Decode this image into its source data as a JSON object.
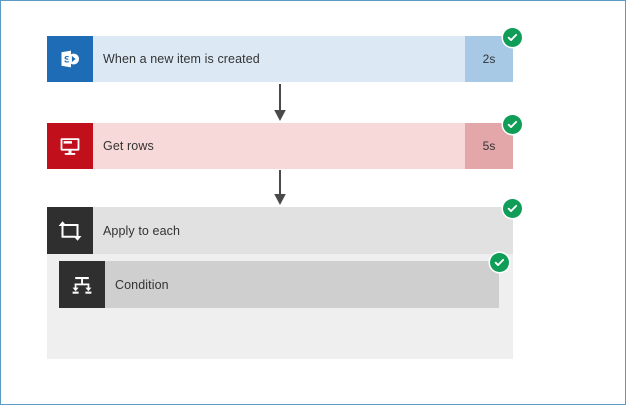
{
  "window": {
    "title": "Flow run history",
    "border_color": "#5b9bc4",
    "background": "#ffffff"
  },
  "colors": {
    "sharepoint_blue": "#1e6cb5",
    "sharepoint_card_bg": "#dce9f5",
    "sharepoint_duration_bg": "#a8c9e6",
    "sql_red": "#c10f1c",
    "sql_card_bg": "#f7d9d9",
    "sql_duration_bg": "#e3a6a9",
    "control_dark": "#2f2f2f",
    "scope_header_bg": "#e1e1e1",
    "scope_body_bg": "#efefef",
    "nested_card_bg": "#cfcfcf",
    "success_green": "#0f9d58",
    "connector_gray": "#4a4a4a",
    "text": "#333333"
  },
  "flow": {
    "steps": [
      {
        "id": "trigger",
        "title": "When a new item is created",
        "duration": "2s",
        "status": "succeeded",
        "status_icon": "check-circle-icon",
        "connector_icon": "sharepoint-icon",
        "connector_name": "SharePoint"
      },
      {
        "id": "getrows",
        "title": "Get rows",
        "duration": "5s",
        "status": "succeeded",
        "status_icon": "check-circle-icon",
        "connector_icon": "sql-server-icon",
        "connector_name": "SQL Server"
      },
      {
        "id": "applytoeach",
        "title": "Apply to each",
        "duration": "",
        "status": "succeeded",
        "status_icon": "check-circle-icon",
        "connector_icon": "loop-icon",
        "connector_name": "Control"
      },
      {
        "id": "condition",
        "title": "Condition",
        "duration": "",
        "status": "succeeded",
        "status_icon": "check-circle-icon",
        "connector_icon": "condition-branch-icon",
        "connector_name": "Control"
      }
    ],
    "connectors": [
      {
        "from": "trigger",
        "to": "getrows",
        "icon": "arrow-down-icon"
      },
      {
        "from": "getrows",
        "to": "applytoeach",
        "icon": "arrow-down-icon"
      }
    ]
  }
}
